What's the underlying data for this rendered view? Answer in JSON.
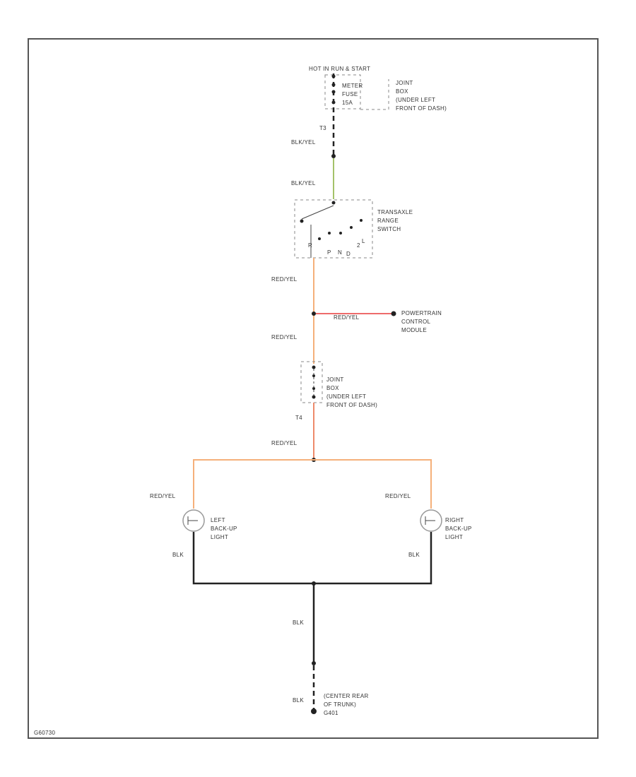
{
  "labels": {
    "top_circuit": "HOT IN RUN & START",
    "meter_fuse": [
      "METER",
      "FUSE",
      "15A"
    ],
    "joint_box_top": [
      "JOINT",
      "BOX",
      "(UNDER LEFT",
      "FRONT OF DASH)"
    ],
    "wire_t3": "T3",
    "wire_blk_yel_1": "BLK/YEL",
    "wire_blk_yel_2": "BLK/YEL",
    "transaxle_switch": [
      "TRANSAXLE",
      "RANGE",
      "SWITCH"
    ],
    "switch_positions": [
      "R",
      "P",
      "N",
      "D",
      "2",
      "L"
    ],
    "wire_red_yel_1": "RED/YEL",
    "wire_red_yel_branch": "RED/YEL",
    "pcm": [
      "POWERTRAIN",
      "CONTROL",
      "MODULE"
    ],
    "wire_red_yel_2": "RED/YEL",
    "joint_box_bottom": [
      "JOINT",
      "BOX",
      "(UNDER LEFT",
      "FRONT OF DASH)"
    ],
    "wire_t4": "T4",
    "wire_red_yel_3": "RED/YEL",
    "wire_red_yel_left": "RED/YEL",
    "wire_red_yel_right": "RED/YEL",
    "left_light": [
      "LEFT",
      "BACK-UP",
      "LIGHT"
    ],
    "right_light": [
      "RIGHT",
      "BACK-UP",
      "LIGHT"
    ],
    "wire_blk_left": "BLK",
    "wire_blk_right": "BLK",
    "wire_blk_main": "BLK",
    "wire_blk_ground": "BLK",
    "ground_location": [
      "(CENTER REAR",
      "OF TRUNK)",
      "G401"
    ],
    "figure_id": "G60730"
  },
  "colors": {
    "blk_yel_wire": "#a4c26a",
    "red_yel_wire": "#f5b07a",
    "red_wire": "#ee6b6b",
    "black_wire": "#222222",
    "frame": "#555555"
  }
}
